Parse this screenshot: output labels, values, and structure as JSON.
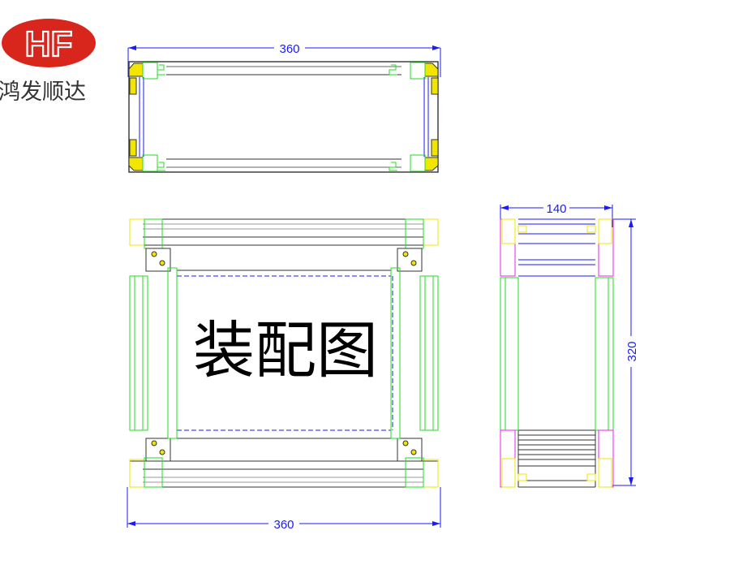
{
  "logo": {
    "mark": "HF",
    "company": "鸿发顺达",
    "color": "#d9261c"
  },
  "title": "装配图",
  "dimensions": {
    "top_view_width": "360",
    "front_view_width": "360",
    "side_view_width": "140",
    "side_view_height": "320"
  },
  "colors": {
    "dimension": "#1a1aff",
    "green": "#22dd22",
    "yellow": "#f2e600",
    "magenta": "#ee22ee",
    "frame": "#333333"
  }
}
